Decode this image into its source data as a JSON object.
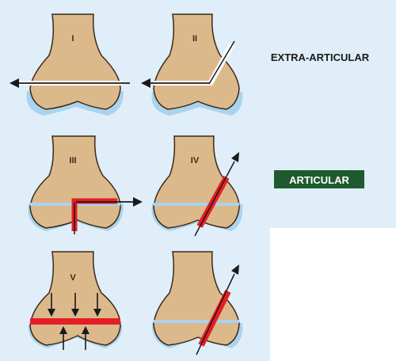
{
  "legend": {
    "extra_articular": "EXTRA-ARTICULAR",
    "articular": "ARTICULAR"
  },
  "panels": [
    {
      "label": "I"
    },
    {
      "label": "II"
    },
    {
      "label": "III"
    },
    {
      "label": "IV"
    },
    {
      "label": "V"
    },
    {
      "label": ""
    }
  ],
  "colors": {
    "background": "#dfeef8",
    "bone": "#dcb98b",
    "bone_outline": "#3a2a1a",
    "cartilage": "#a9d3ee",
    "fracture_line": "#e41e26",
    "articular_badge": "#1d5b2f",
    "arrow": "#1a1a1a"
  }
}
